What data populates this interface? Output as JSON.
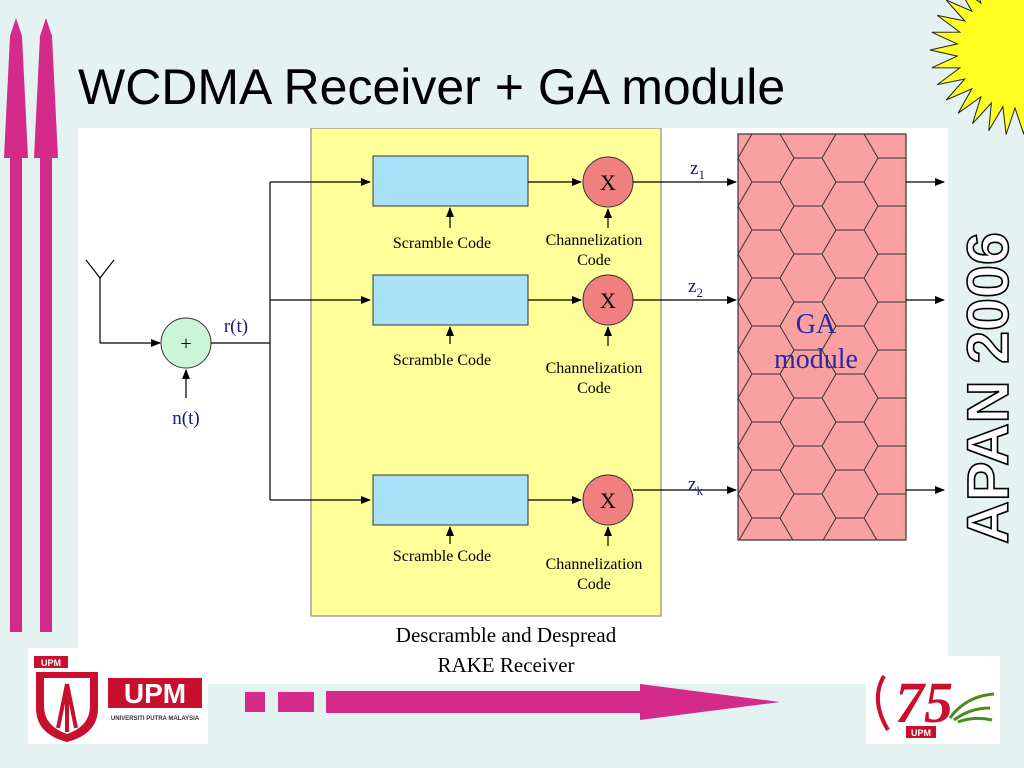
{
  "slide": {
    "title": "WCDMA Receiver + GA module",
    "side_label": "APAN 2006"
  },
  "diagram": {
    "sum_symbol": "+",
    "received_signal_label": "r(t)",
    "noise_label": "n(t)",
    "multiplier_symbol": "X",
    "scramble_label": "Scramble Code",
    "channelization_label_line1": "Channelization",
    "channelization_label_line2": "Code",
    "outputs": [
      {
        "base": "z",
        "sub": "1"
      },
      {
        "base": "z",
        "sub": "2"
      },
      {
        "base": "z",
        "sub": "k"
      }
    ],
    "ga_label_line1": "GA",
    "ga_label_line2": "module",
    "rake_caption_line1": "Descramble and Despread",
    "rake_caption_line2": "RAKE Receiver"
  },
  "logos": {
    "upm_text": "UPM",
    "upm_subtext": "UNIVERSITI PUTRA MALAYSIA",
    "upm_small": "UPM",
    "anniversary_number": "75",
    "anniversary_tag": "UPM"
  },
  "colors": {
    "background": "#e4f2f2",
    "rake_block": "#ffff99",
    "scramble_box": "#a9e1f7",
    "multiplier": "#f08080",
    "adder": "#ccf5d8",
    "ga_module": "#f9a0a0",
    "arrow_magenta": "#d42a8a",
    "starburst": "#ffff22"
  }
}
